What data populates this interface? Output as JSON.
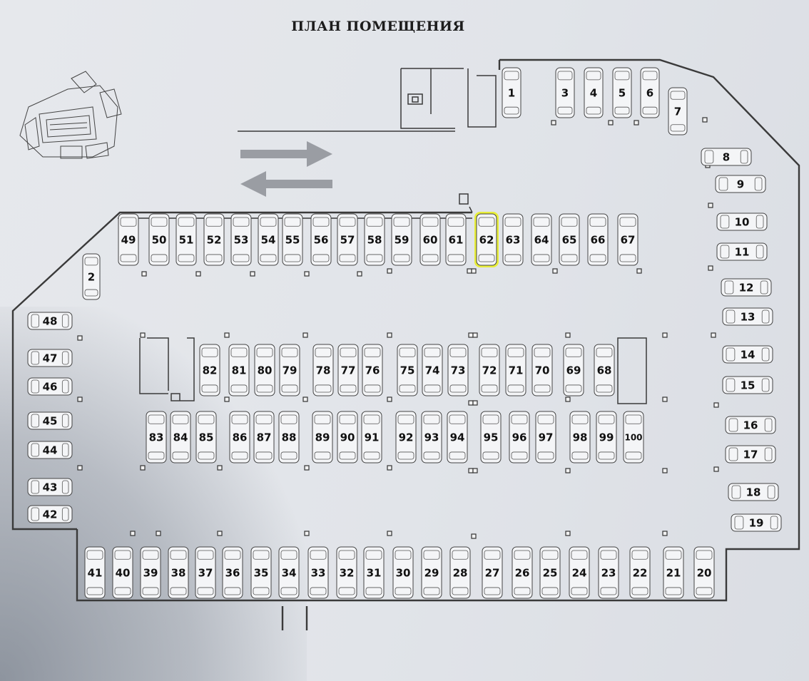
{
  "title": "ПЛАН ПОМЕЩЕНИЯ",
  "highlight_color": "#e8ee3a",
  "highlighted_spot": "62",
  "spots": {
    "top_right": [
      "1",
      "3",
      "4",
      "5",
      "6",
      "7"
    ],
    "right": [
      "8",
      "9",
      "10",
      "11",
      "12",
      "13",
      "14",
      "15",
      "16",
      "17",
      "18",
      "19"
    ],
    "upper_row": [
      "49",
      "50",
      "51",
      "52",
      "53",
      "54",
      "55",
      "56",
      "57",
      "58",
      "59",
      "60",
      "61",
      "62",
      "63",
      "64",
      "65",
      "66",
      "67"
    ],
    "left_single": [
      "2"
    ],
    "left": [
      "48",
      "47",
      "46",
      "45",
      "44",
      "43",
      "42"
    ],
    "middle_a": [
      "82",
      "81",
      "80",
      "79",
      "78",
      "77",
      "76",
      "75",
      "74",
      "73",
      "72",
      "71",
      "70",
      "69",
      "68"
    ],
    "middle_b": [
      "83",
      "84",
      "85",
      "86",
      "87",
      "88",
      "89",
      "90",
      "91",
      "92",
      "93",
      "94",
      "95",
      "96",
      "97",
      "98",
      "99",
      "100"
    ],
    "bottom": [
      "41",
      "40",
      "39",
      "38",
      "37",
      "36",
      "35",
      "34",
      "33",
      "32",
      "31",
      "30",
      "29",
      "28",
      "27",
      "26",
      "25",
      "24",
      "23",
      "22",
      "21",
      "20"
    ]
  }
}
